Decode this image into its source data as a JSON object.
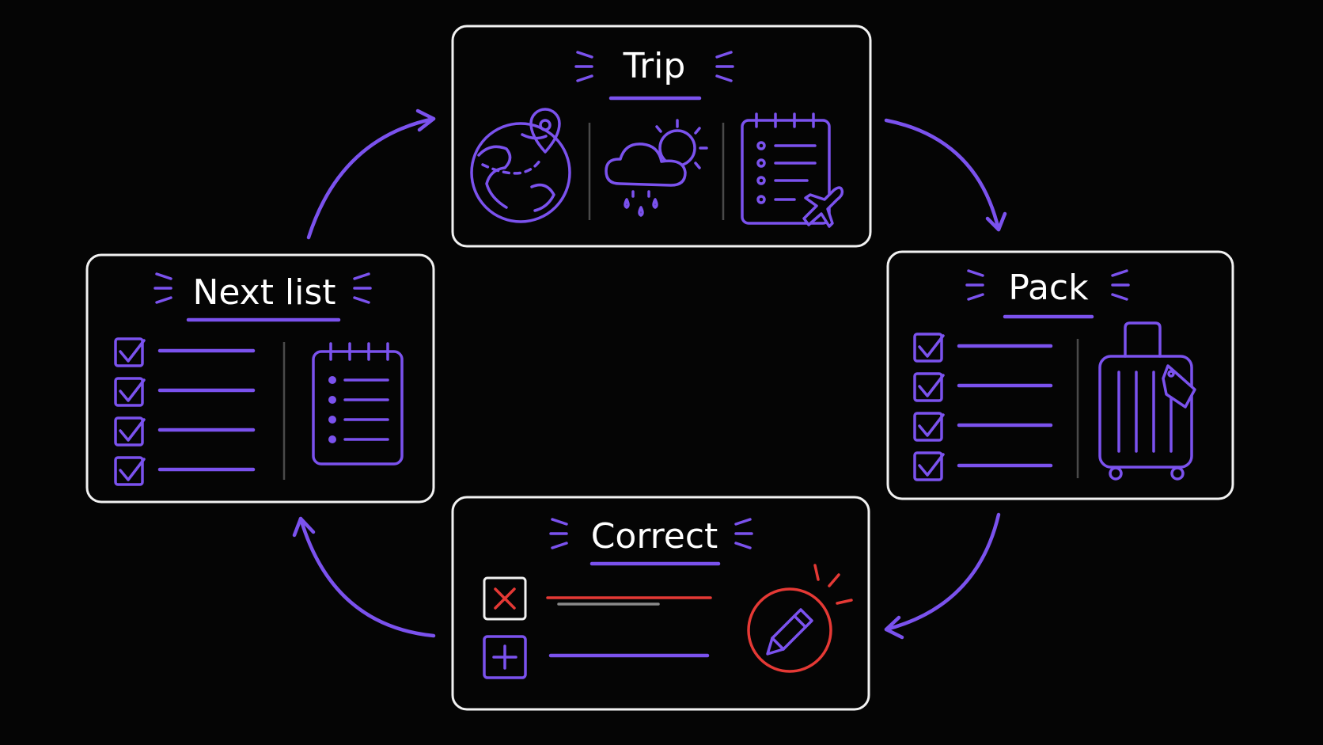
{
  "colors": {
    "accent": "#7b52ee",
    "alert": "#e53935",
    "text": "#ffffff",
    "background": "#050505"
  },
  "stages": {
    "trip": {
      "title": "Trip",
      "icons": [
        "globe-pin-icon",
        "rain-cloud-sun-icon",
        "checklist-plane-icon"
      ]
    },
    "pack": {
      "title": "Pack",
      "icons": [
        "checkbox-list-icon",
        "suitcase-tag-icon"
      ]
    },
    "correct": {
      "title": "Correct",
      "icons": [
        "remove-x-icon",
        "add-plus-icon",
        "pencil-edit-icon"
      ]
    },
    "next_list": {
      "title": "Next list",
      "icons": [
        "checkbox-list-icon",
        "notepad-list-icon"
      ]
    }
  },
  "cycle": [
    "Trip",
    "Pack",
    "Correct",
    "Next list"
  ]
}
